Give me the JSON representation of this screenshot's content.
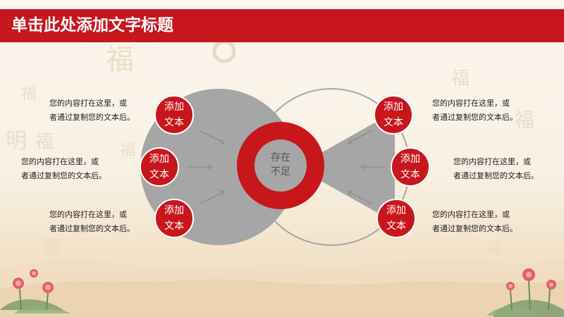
{
  "slide": {
    "title": "单击此处添加文字标题",
    "center": {
      "line1": "存在",
      "line2": "不足"
    },
    "items": [
      {
        "label1": "添加",
        "label2": "文本",
        "text1": "您的内容打在这里，或",
        "text2": "者通过复制您的文本后。"
      },
      {
        "label1": "添加",
        "label2": "文本",
        "text1": "您的内容打在这里，或",
        "text2": "者通过复制您的文本后。"
      },
      {
        "label1": "添加",
        "label2": "文本",
        "text1": "您的内容打在这里，或",
        "text2": "者通过复制您的文本后。"
      },
      {
        "label1": "添加",
        "label2": "文本",
        "text1": "您的内容打在这里，或",
        "text2": "者通过复制您的文本后。"
      },
      {
        "label1": "添加",
        "label2": "文本",
        "text1": "您的内容打在这里，或",
        "text2": "者通过复制您的文本后。"
      },
      {
        "label1": "添加",
        "label2": "文本",
        "text1": "您的内容打在这里，或",
        "text2": "者通过复制您的文本后。"
      }
    ]
  },
  "colors": {
    "accent": "#c8161d",
    "gray": "#a6a6a6",
    "background": "#f8f0e3"
  }
}
